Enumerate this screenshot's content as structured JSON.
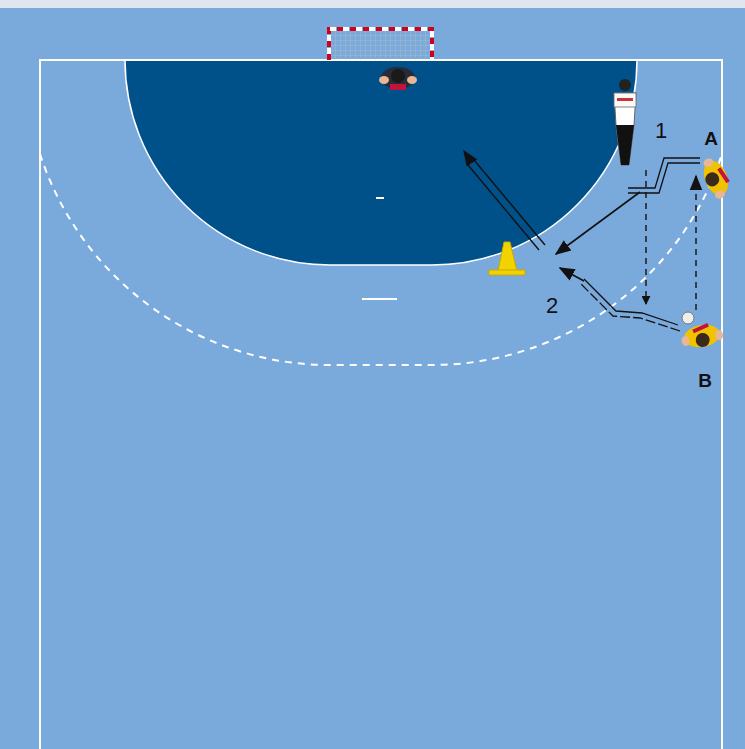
{
  "diagram": {
    "labels": [
      "1",
      "A",
      "2",
      "B"
    ]
  }
}
